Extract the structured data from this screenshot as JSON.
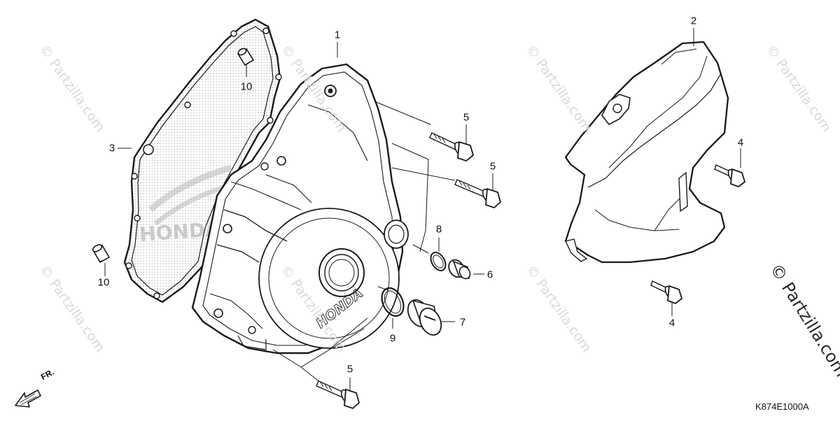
{
  "watermark": {
    "text": "© Partzilla.com"
  },
  "callouts": [
    {
      "id": "1",
      "label": "1"
    },
    {
      "id": "2",
      "label": "2"
    },
    {
      "id": "3",
      "label": "3"
    },
    {
      "id": "4a",
      "label": "4"
    },
    {
      "id": "4b",
      "label": "4"
    },
    {
      "id": "5a",
      "label": "5"
    },
    {
      "id": "5b",
      "label": "5"
    },
    {
      "id": "5c",
      "label": "5"
    },
    {
      "id": "6",
      "label": "6"
    },
    {
      "id": "7",
      "label": "7"
    },
    {
      "id": "8",
      "label": "8"
    },
    {
      "id": "9",
      "label": "9"
    },
    {
      "id": "10a",
      "label": "10"
    },
    {
      "id": "10b",
      "label": "10"
    }
  ],
  "diagram_code": "K874E1000A",
  "front_indicator": "FR.",
  "brand_marks": {
    "cover_logo": "HONDA",
    "gasket_logo": "HONDA"
  },
  "colors": {
    "line": "#1a1a1a",
    "watermark": "#d9d9d9",
    "dots": "#9a9a9a"
  }
}
